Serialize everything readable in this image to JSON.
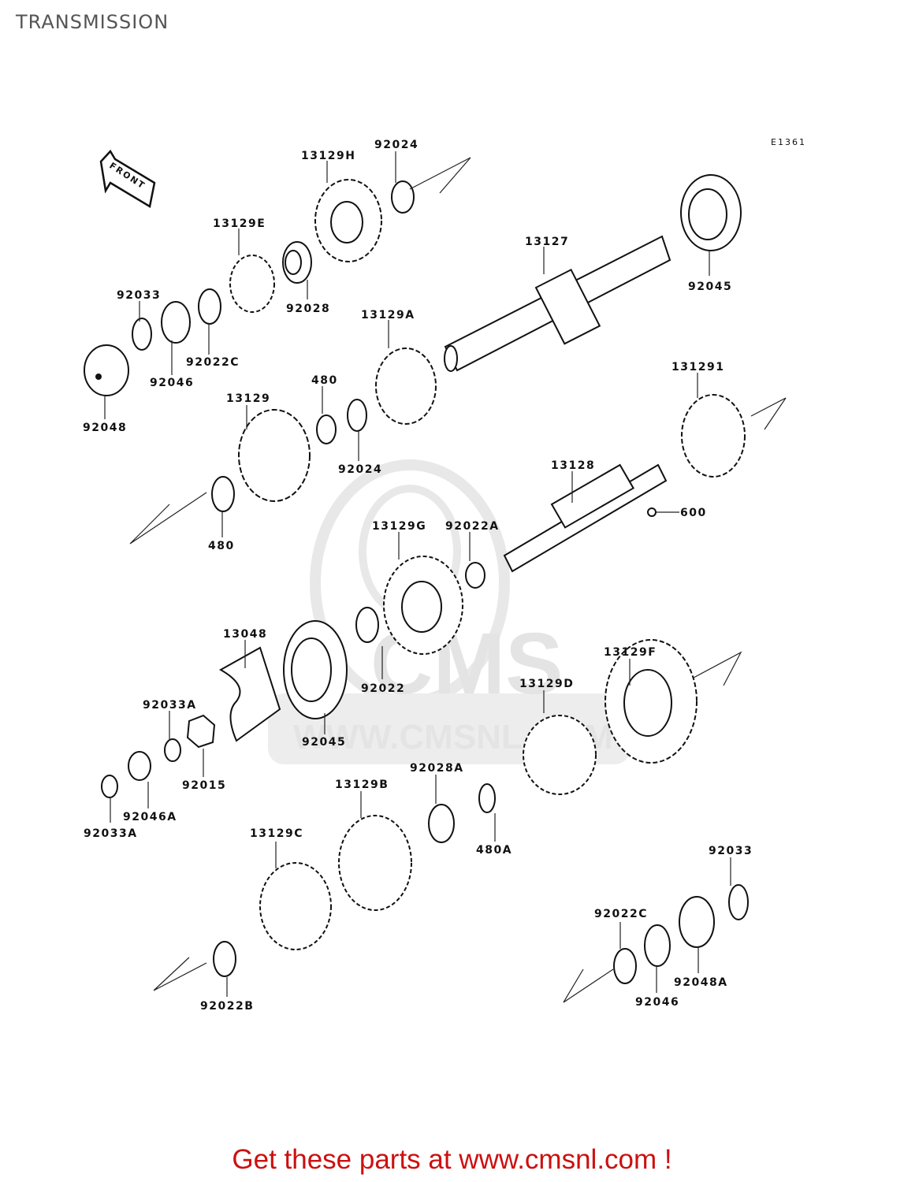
{
  "title": "TRANSMISSION",
  "diagram_code": "E1361",
  "front_label": "FRONT",
  "footer_text": "Get these parts at www.cmsnl.com !",
  "watermark": {
    "logo_text": "CMS",
    "url_text": "WWW.CMSNL.COM"
  },
  "part_labels": {
    "p13129H": "13129H",
    "p92024_top": "92024",
    "p13129E": "13129E",
    "p13127": "13127",
    "p92045_top": "92045",
    "p92033_top": "92033",
    "p92028": "92028",
    "p13129A": "13129A",
    "p92022C_top": "92022C",
    "p92046_top": "92046",
    "p92048": "92048",
    "p480_top": "480",
    "p13129": "13129",
    "p131291": "131291",
    "p92024_mid": "92024",
    "p13128": "13128",
    "p600": "600",
    "p480_left": "480",
    "p13129G": "13129G",
    "p92022A": "92022A",
    "p13048": "13048",
    "p13129F": "13129F",
    "p92022": "92022",
    "p92033A_mid": "92033A",
    "p13129D": "13129D",
    "p92045_mid": "92045",
    "p92015": "92015",
    "p92028A": "92028A",
    "p13129B": "13129B",
    "p92046A": "92046A",
    "p92033A_left": "92033A",
    "p480A": "480A",
    "p13129C": "13129C",
    "p92033_bottom": "92033",
    "p92022C_bottom": "92022C",
    "p92048A": "92048A",
    "p92046_bottom": "92046",
    "p92022B": "92022B"
  }
}
